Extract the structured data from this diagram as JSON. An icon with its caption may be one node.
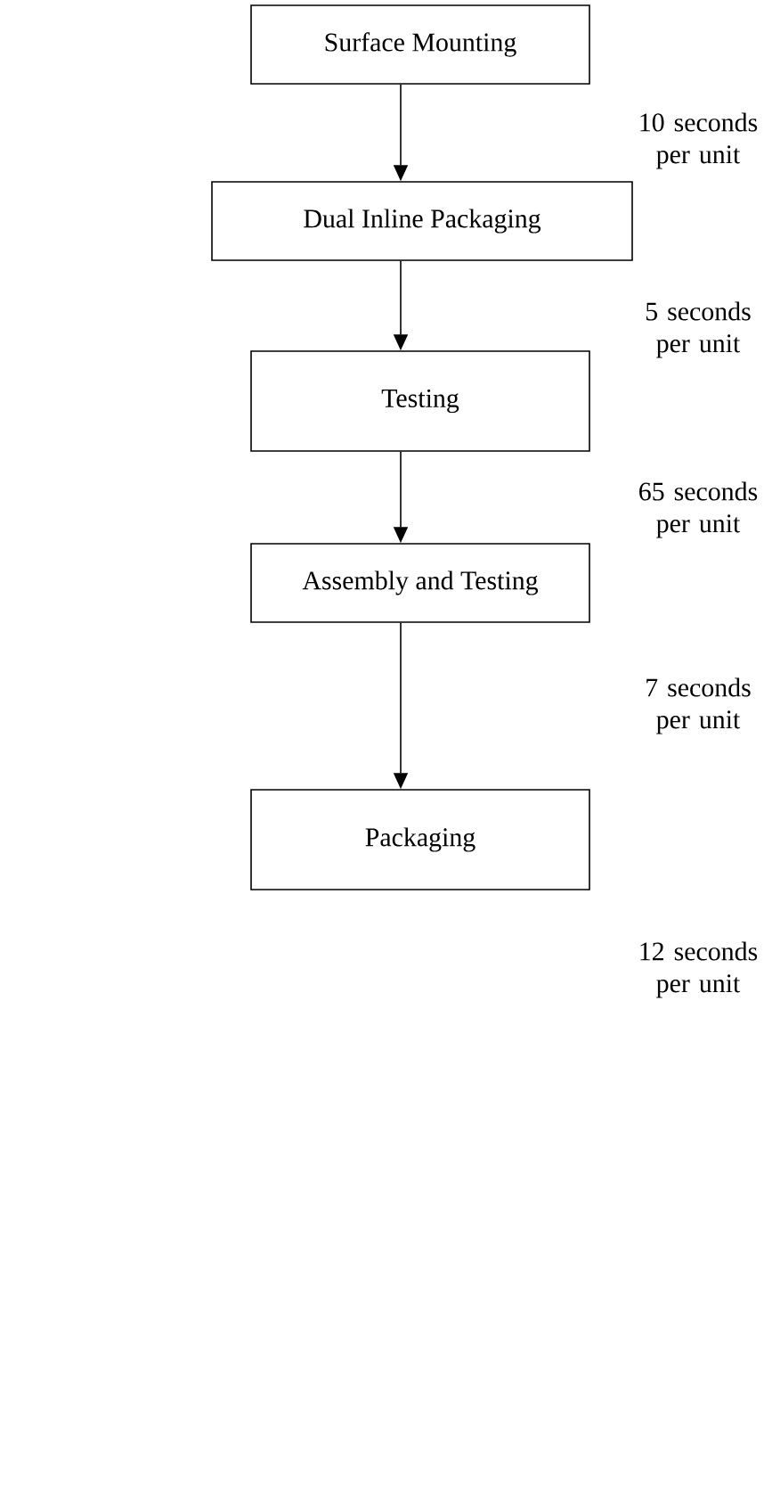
{
  "diagram": {
    "nodes": [
      {
        "text": [
          "Surface Mounting"
        ]
      },
      {
        "text": [
          "Dual Inline Packaging"
        ]
      },
      {
        "text": [
          "Testing"
        ]
      },
      {
        "text": [
          "Assembly and Testing"
        ]
      },
      {
        "text": [
          "Packaging"
        ]
      }
    ],
    "edges": [
      {
        "from": 0,
        "to": 1,
        "arrow": "to"
      },
      {
        "from": 1,
        "to": 2,
        "arrow": "to"
      },
      {
        "from": 2,
        "to": 3,
        "arrow": "to"
      },
      {
        "from": 3,
        "to": 4,
        "arrow": "to"
      }
    ],
    "labels": [
      "10 seconds per unit",
      "5 seconds per unit",
      "65 seconds per unit",
      "7 seconds per unit",
      "12 seconds per unit"
    ]
  }
}
